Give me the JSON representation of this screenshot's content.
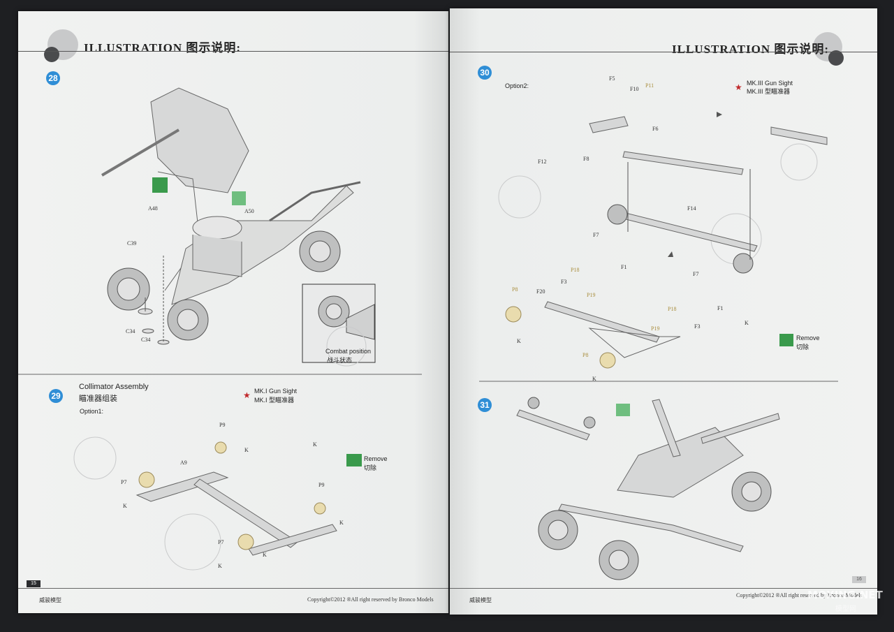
{
  "header": {
    "title_left": "ILLUSTRATION 图示说明:",
    "title_right": "ILLUSTRATION 图示说明:"
  },
  "steps": {
    "s28": "28",
    "s29": "29",
    "s30": "30",
    "s31": "31"
  },
  "step28": {
    "labels": {
      "a48": "A48",
      "a50": "A50",
      "c39": "C39",
      "c34a": "C34",
      "c34b": "C34"
    },
    "inset_en": "Combat position",
    "inset_cn": "战斗状态"
  },
  "step29": {
    "title_en": "Collimator Assembly",
    "title_cn": "瞄准器组装",
    "option": "Option1:",
    "sight_en": "MK.I Gun Sight",
    "sight_cn": "MK.I 型瞄准器",
    "remove_en": "Remove",
    "remove_cn": "切除",
    "labels": {
      "p9a": "P9",
      "p9b": "P9",
      "p7a": "P7",
      "p7b": "P7",
      "a9": "A9",
      "k1": "K",
      "k2": "K",
      "k3": "K",
      "k4": "K",
      "k5": "K",
      "k6": "K"
    }
  },
  "step30": {
    "option": "Option2:",
    "sight_en": "MK.III Gun Sight",
    "sight_cn": "MK.III 型瞄准器",
    "remove_en": "Remove",
    "remove_cn": "切除",
    "labels": {
      "f5": "F5",
      "f10": "F10",
      "p11": "P11",
      "f6": "F6",
      "f8": "F8",
      "f12": "F12",
      "f14": "F14",
      "f7a": "F7",
      "f7b": "F7",
      "p18a": "P18",
      "p18b": "P18",
      "f1a": "F1",
      "f1b": "F1",
      "f3a": "F3",
      "f3b": "F3",
      "p19a": "P19",
      "p19b": "P19",
      "p8a": "P8",
      "p8b": "P8",
      "f20": "F20",
      "k1": "K",
      "k2": "K",
      "k3": "K"
    }
  },
  "footer": {
    "brand_left": "威骏模型",
    "brand_right": "威骏模型",
    "copyright_left": "Copyright©2012 ®All right reserved by Bronco Models",
    "copyright_right": "Copyright©2012 ®All right reserved by Bronco Models",
    "page_left": "15",
    "page_right": "16"
  },
  "watermark": {
    "main": "MOXING.NET",
    "sub": "模型网"
  }
}
